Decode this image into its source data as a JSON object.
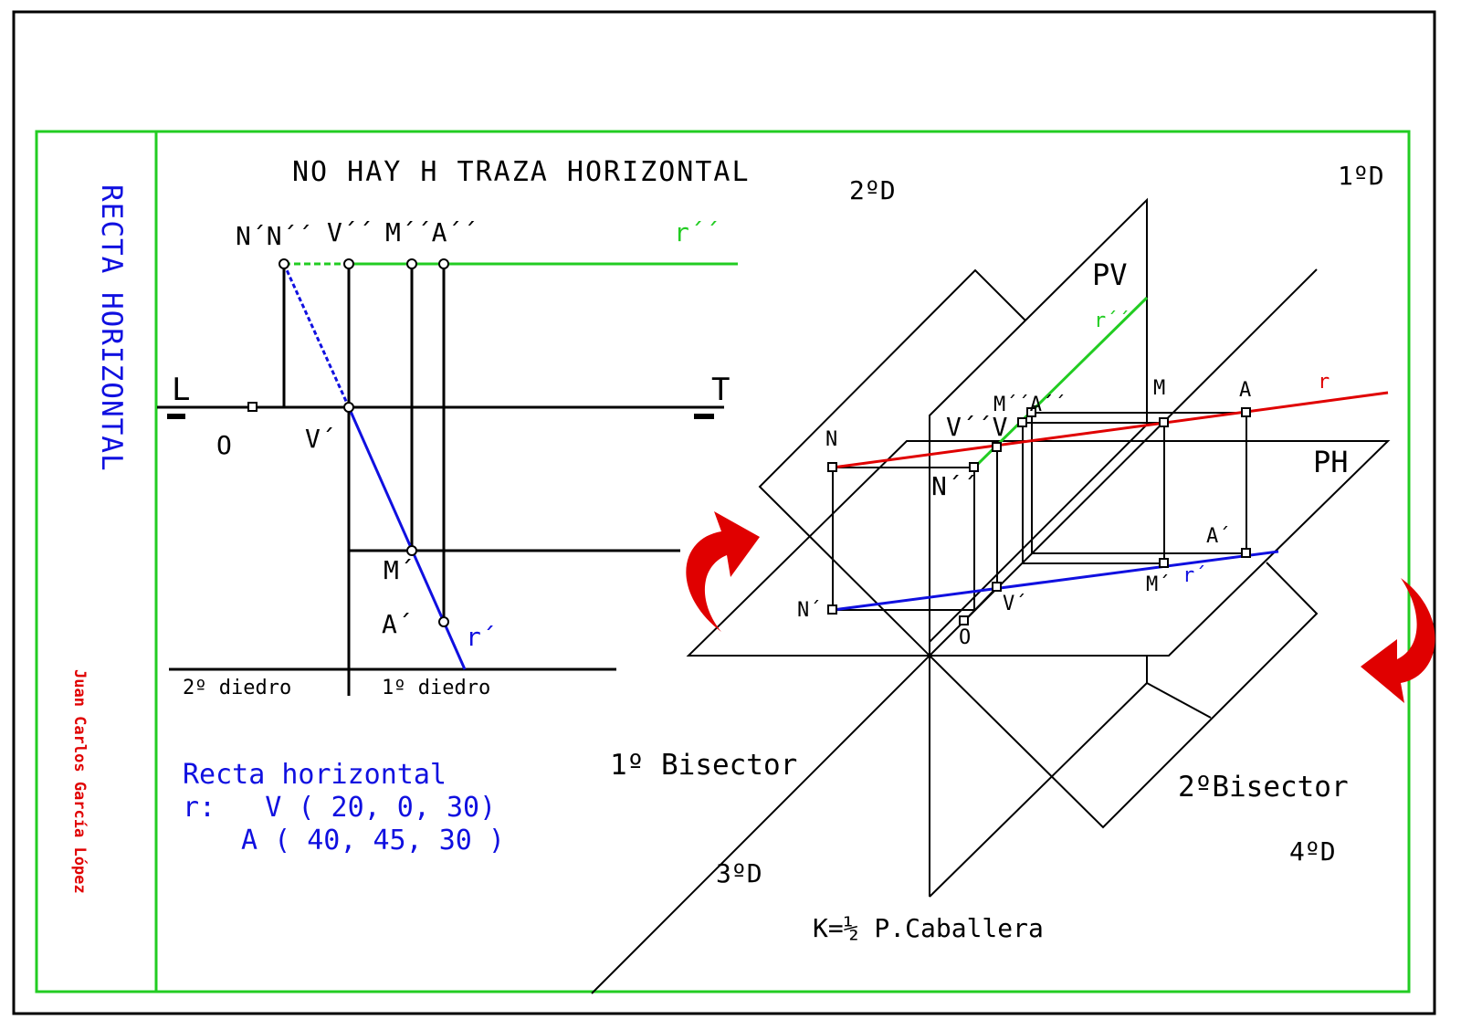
{
  "sidebar": {
    "title": "RECTA HORIZONTAL",
    "author": "Juan Carlos García López"
  },
  "header": {
    "note": "NO HAY H TRAZA HORIZONTAL"
  },
  "dihedral_view": {
    "labels": {
      "n_n2": "N´N´´",
      "v2": "V´´",
      "m2_a2": "M´´A´´",
      "r2": "r´´",
      "L": "L",
      "T": "T",
      "O": "O",
      "v1": "V´",
      "m1": "M´",
      "a1": "A´",
      "r1": "r´",
      "second_dihedral": "2º diedro",
      "first_dihedral": "1º diedro"
    }
  },
  "data_block": {
    "title": "Recta horizontal",
    "line1": "r:   V ( 20, 0, 30)",
    "line2": "A ( 40, 45, 30 )"
  },
  "perspective_view": {
    "labels": {
      "d2": "2ºD",
      "d1": "1ºD",
      "d3": "3ºD",
      "d4": "4ºD",
      "PV": "PV",
      "PH": "PH",
      "r2": "r´´",
      "r": "r",
      "r1": "r´",
      "N": "N",
      "N2": "N´´",
      "N1": "N´",
      "V2V": "V´´V",
      "V1": "V´",
      "M2A2": "M´´A´´",
      "M": "M",
      "A": "A",
      "A1": "A´",
      "M1": "M´",
      "O": "O",
      "bisector1": "1º Bisector",
      "bisector2": "2ºBisector",
      "scale": "K=½ P.Caballera"
    }
  },
  "colors": {
    "frame": "#22cc22",
    "blue": "#1010e0",
    "red": "#e00000",
    "green": "#22cc22",
    "black": "#000000"
  }
}
